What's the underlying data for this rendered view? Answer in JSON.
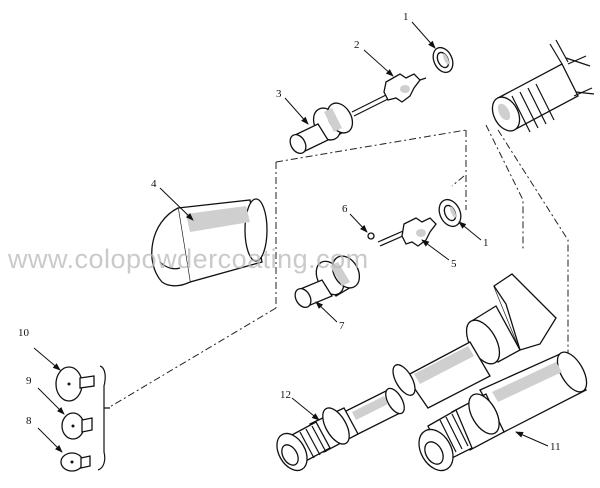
{
  "callouts": [
    "1",
    "2",
    "3",
    "4",
    "6",
    "1",
    "5",
    "7",
    "10",
    "9",
    "8",
    "12",
    "11"
  ],
  "watermark": "www.colopowdercoating.com"
}
